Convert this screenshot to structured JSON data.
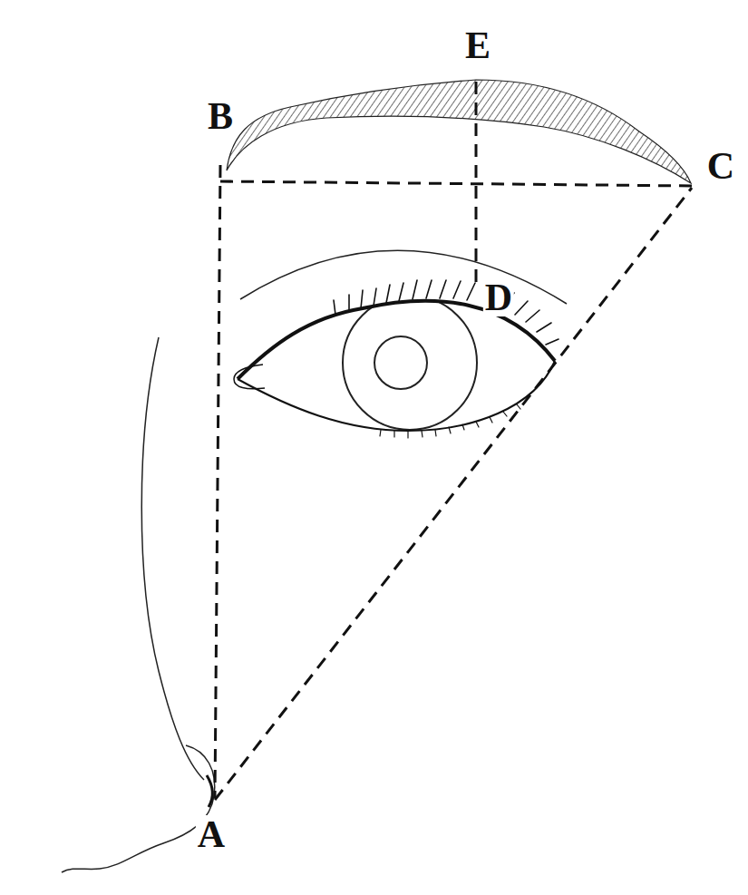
{
  "diagram": {
    "labels": [
      "B",
      "E",
      "C",
      "D",
      "A"
    ]
  }
}
